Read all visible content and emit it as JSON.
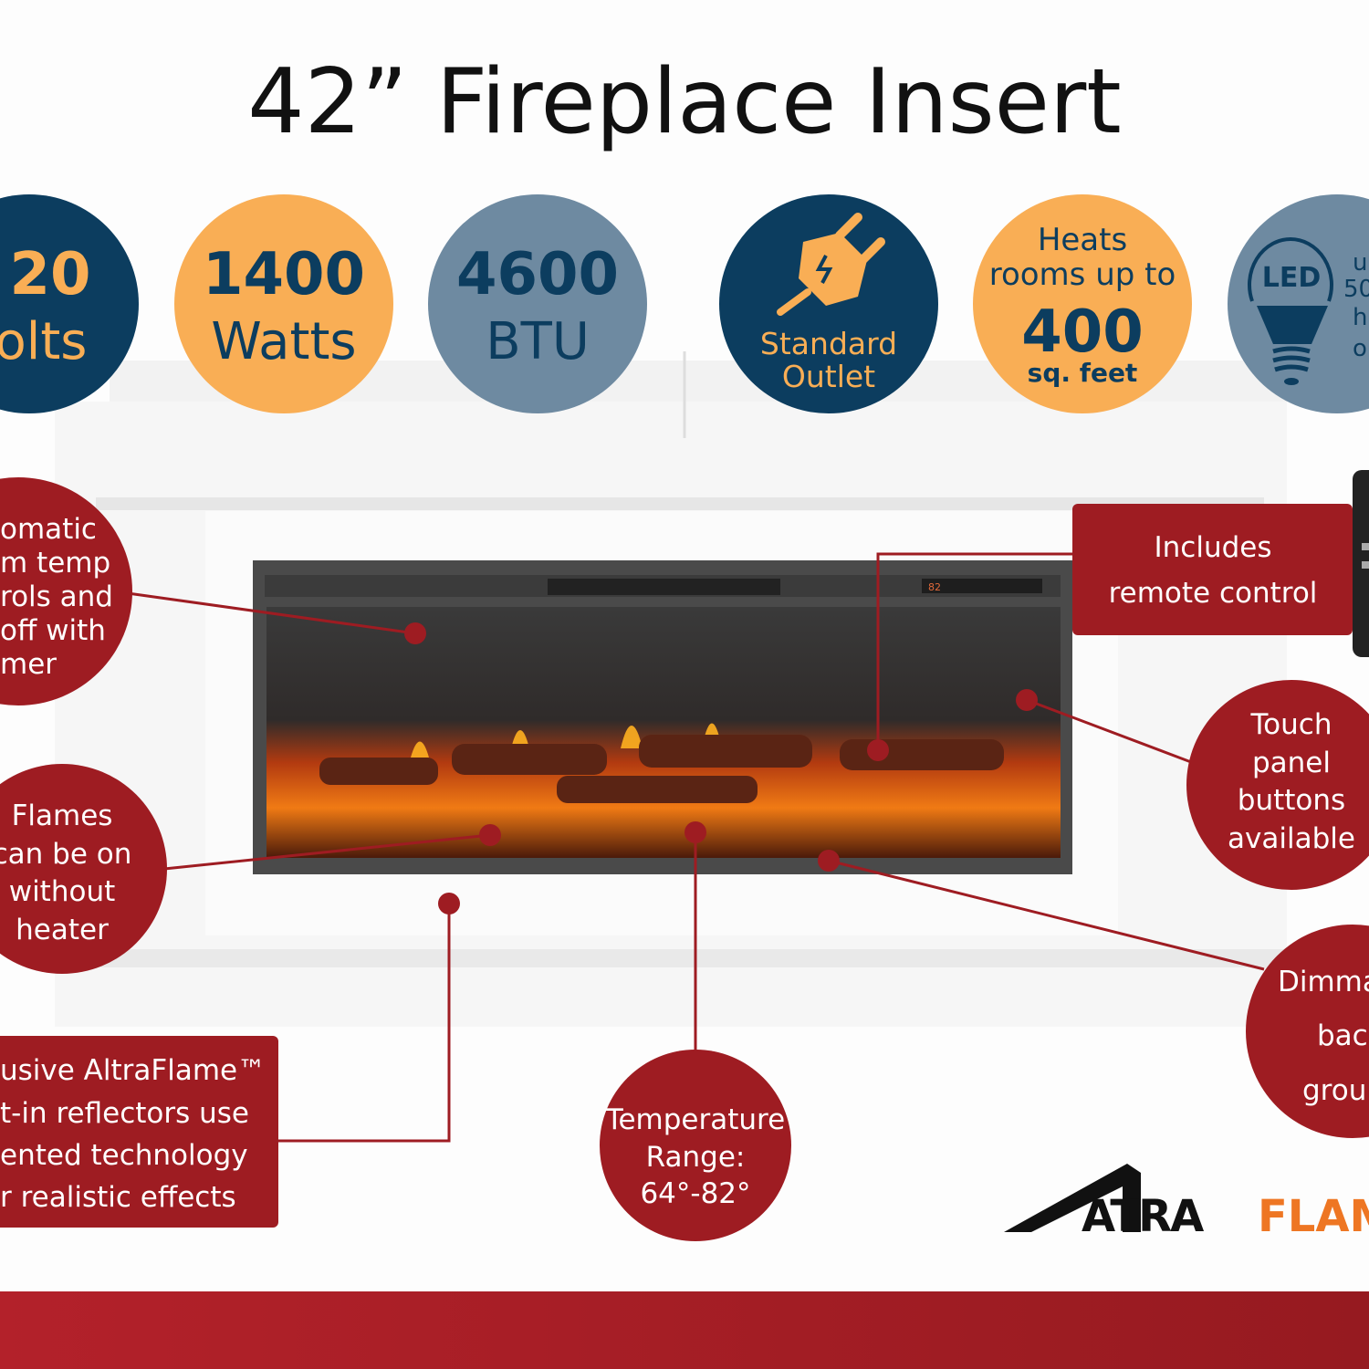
{
  "title": "42” Fireplace Insert",
  "specs": [
    {
      "line1": "20",
      "line2": "olts",
      "color": "#0c3d5f",
      "text_color": "#f9ae55"
    },
    {
      "line1": "1400",
      "line2": "Watts",
      "color": "#f9ae55",
      "text_color": "#0c3d5f"
    },
    {
      "line1": "4600",
      "line2": "BTU",
      "color": "#6e8aa1",
      "text_color": "#0c3d5f"
    },
    {
      "icon": "plug-icon",
      "line1": "Standard",
      "line2": "Outlet",
      "color": "#0c3d5f",
      "text_color": "#f9ae55"
    },
    {
      "line1": "Heats",
      "line2": "rooms up to",
      "value": "400",
      "unit": "sq. feet",
      "color": "#f9ae55",
      "text_color": "#0c3d5f"
    },
    {
      "icon": "led-bulb-icon",
      "badge": "LED",
      "lines": [
        "u",
        "50",
        "h",
        "o"
      ],
      "color": "#6e8aa1",
      "text_color": "#0c3d5f"
    }
  ],
  "callouts": {
    "thermostat": [
      "omatic",
      "m temp",
      "rols and",
      "off with",
      "mer"
    ],
    "flames": [
      "Flames",
      "can be on",
      "without",
      "heater"
    ],
    "altraflame": [
      "usive AltraFlame™",
      "t-in reflectors use",
      "ented technology",
      "r realistic effects"
    ],
    "temperature": [
      "Temperature",
      "Range:",
      "64°-82°"
    ],
    "remote": [
      "Includes",
      "remote control"
    ],
    "touch_panel": [
      "Touch",
      "panel",
      "buttons",
      "available"
    ],
    "dimmable": [
      "Dimma",
      "back",
      "grou"
    ]
  },
  "insert_display": "82",
  "brand": {
    "part1": "A​TRA",
    "part2": "FLAM"
  },
  "colors": {
    "red": "#9e1c22",
    "navy": "#0c3d5f",
    "orange": "#f9ae55",
    "slate": "#6e8aa1",
    "brand_orange": "#ee7623"
  }
}
